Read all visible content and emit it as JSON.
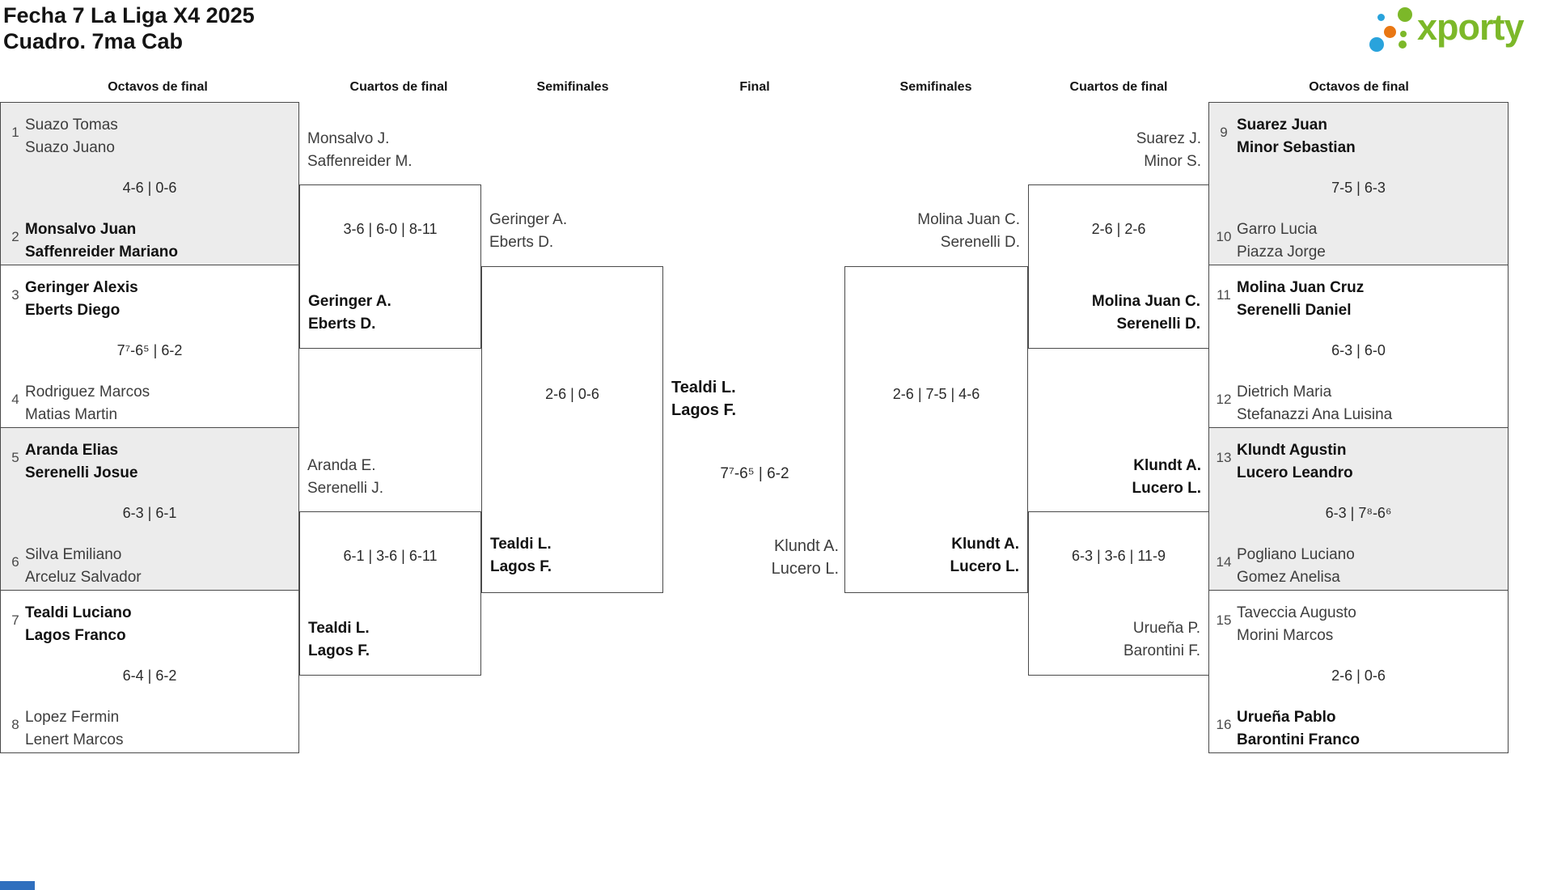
{
  "title": {
    "line1": "Fecha 7 La Liga X4 2025",
    "line2": "Cuadro. 7ma Cab"
  },
  "logo": {
    "text": "xporty",
    "green": "#7cb829",
    "blue": "#29a3dc",
    "orange": "#e97713"
  },
  "round_headers": {
    "left_octavos": "Octavos de final",
    "left_cuartos": "Cuartos de final",
    "left_semis": "Semifinales",
    "final": "Final",
    "right_semis": "Semifinales",
    "right_cuartos": "Cuartos de final",
    "right_octavos": "Octavos de final"
  },
  "octavos_left": [
    {
      "seed_top": "1",
      "top1": "Suazo Tomas",
      "top2": "Suazo Juano",
      "score": "4-6 | 0-6",
      "seed_bottom": "2",
      "bot1": "Monsalvo Juan",
      "bot2": "Saffenreider Mariano",
      "winner": "bottom"
    },
    {
      "seed_top": "3",
      "top1": "Geringer Alexis",
      "top2": "Eberts Diego",
      "score": "7⁷-6⁵ | 6-2",
      "seed_bottom": "4",
      "bot1": "Rodriguez Marcos",
      "bot2": "Matias Martin",
      "winner": "top"
    },
    {
      "seed_top": "5",
      "top1": "Aranda Elias",
      "top2": "Serenelli Josue",
      "score": "6-3 | 6-1",
      "seed_bottom": "6",
      "bot1": "Silva Emiliano",
      "bot2": "Arceluz Salvador",
      "winner": "top"
    },
    {
      "seed_top": "7",
      "top1": "Tealdi Luciano",
      "top2": "Lagos Franco",
      "score": "6-4 | 6-2",
      "seed_bottom": "8",
      "bot1": "Lopez Fermin",
      "bot2": "Lenert Marcos",
      "winner": "top"
    }
  ],
  "octavos_right": [
    {
      "seed_top": "9",
      "top1": "Suarez Juan",
      "top2": "Minor Sebastian",
      "score": "7-5 | 6-3",
      "seed_bottom": "10",
      "bot1": "Garro Lucia",
      "bot2": "Piazza Jorge",
      "winner": "top"
    },
    {
      "seed_top": "11",
      "top1": "Molina Juan Cruz",
      "top2": "Serenelli Daniel",
      "score": "6-3 | 6-0",
      "seed_bottom": "12",
      "bot1": "Dietrich Maria",
      "bot2": "Stefanazzi Ana Luisina",
      "winner": "top"
    },
    {
      "seed_top": "13",
      "top1": "Klundt Agustin",
      "top2": "Lucero Leandro",
      "score": "6-3 | 7⁸-6⁶",
      "seed_bottom": "14",
      "bot1": "Pogliano Luciano",
      "bot2": "Gomez Anelisa",
      "winner": "top"
    },
    {
      "seed_top": "15",
      "top1": "Taveccia Augusto",
      "top2": "Morini Marcos",
      "score": "2-6 | 0-6",
      "seed_bottom": "16",
      "bot1": "Urueña Pablo",
      "bot2": "Barontini Franco",
      "winner": "bottom"
    }
  ],
  "cuartos_left": [
    {
      "top1": "Monsalvo J.",
      "top2": "Saffenreider M.",
      "score": "3-6 | 6-0 | 8-11",
      "bot1": "Geringer A.",
      "bot2": "Eberts D.",
      "winner": "bottom"
    },
    {
      "top1": "Aranda E.",
      "top2": "Serenelli J.",
      "score": "6-1 | 3-6 | 6-11",
      "bot1": "Tealdi L.",
      "bot2": "Lagos F.",
      "winner": "bottom"
    }
  ],
  "cuartos_right": [
    {
      "top1": "Suarez J.",
      "top2": "Minor S.",
      "score": "2-6 | 2-6",
      "bot1": "Molina Juan C.",
      "bot2": "Serenelli D.",
      "winner": "bottom"
    },
    {
      "top1": "Klundt A.",
      "top2": "Lucero L.",
      "score": "6-3 | 3-6 | 11-9",
      "bot1": "Urueña P.",
      "bot2": "Barontini F.",
      "winner": "top"
    }
  ],
  "semis_left": {
    "top1": "Geringer A.",
    "top2": "Eberts D.",
    "score": "2-6 | 0-6",
    "bot1": "Tealdi L.",
    "bot2": "Lagos F.",
    "winner": "bottom"
  },
  "semis_right": {
    "top1": "Molina Juan C.",
    "top2": "Serenelli D.",
    "score": "2-6 | 7-5 | 4-6",
    "bot1": "Klundt A.",
    "bot2": "Lucero L.",
    "winner": "bottom"
  },
  "final": {
    "winner1": "Tealdi L.",
    "winner2": "Lagos F.",
    "score": "7⁷-6⁵ | 6-2",
    "loser1": "Klundt A.",
    "loser2": "Lucero L."
  }
}
